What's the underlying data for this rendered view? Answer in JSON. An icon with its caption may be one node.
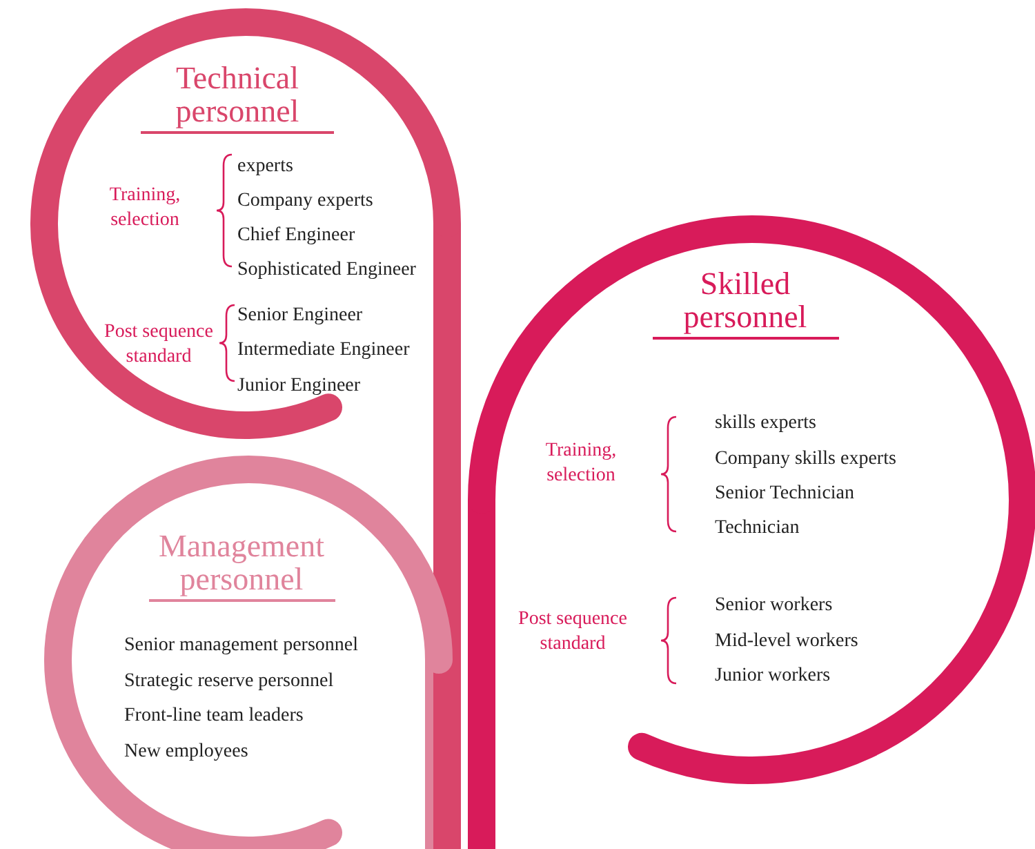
{
  "diagram": {
    "nodes": [
      {
        "text": [
          "Technical personnel",
          "Training, selection",
          "experts",
          "Company experts",
          "Chief Engineer",
          "Sophisticated Engineer",
          "Post sequence standard",
          "Senior Engineer",
          "Intermediate Engineer",
          "Junior Engineer"
        ]
      },
      {
        "text": [
          "Skilled personnel",
          "Training, selection",
          "skills experts",
          "Company skills experts",
          "Senior Technician",
          "Technician",
          "Post sequence standard",
          "Senior workers",
          "Mid-level workers",
          "Junior workers"
        ]
      },
      {
        "text": [
          "Management personnel",
          "Senior management personnel",
          "Strategic reserve personnel",
          "Front-line team leaders",
          "New employees"
        ]
      }
    ]
  }
}
